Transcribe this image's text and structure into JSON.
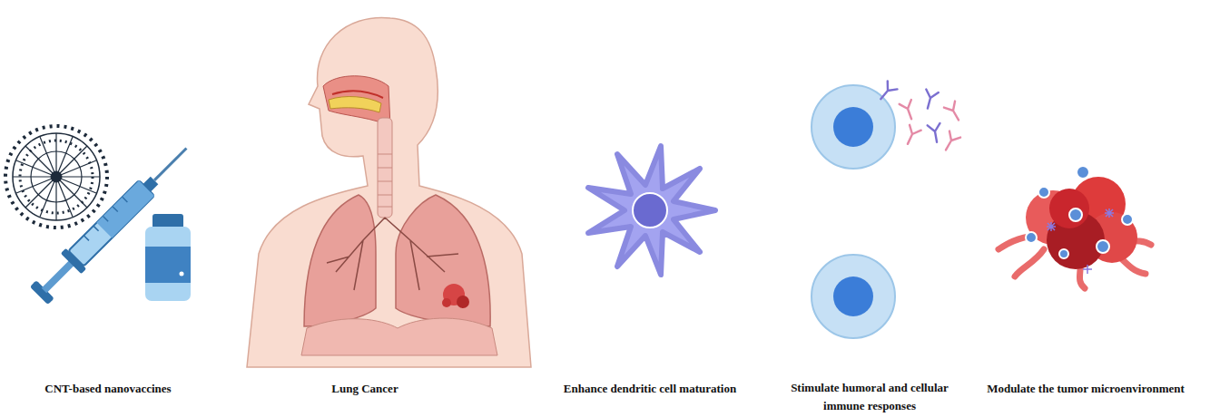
{
  "diagram": {
    "labels": [
      "CNT-based nanovaccines",
      "Lung Cancer",
      "Enhance dendritic cell maturation",
      "Stimulate humoral and cellular immune responses",
      "Modulate the tumor microenvironment"
    ]
  }
}
